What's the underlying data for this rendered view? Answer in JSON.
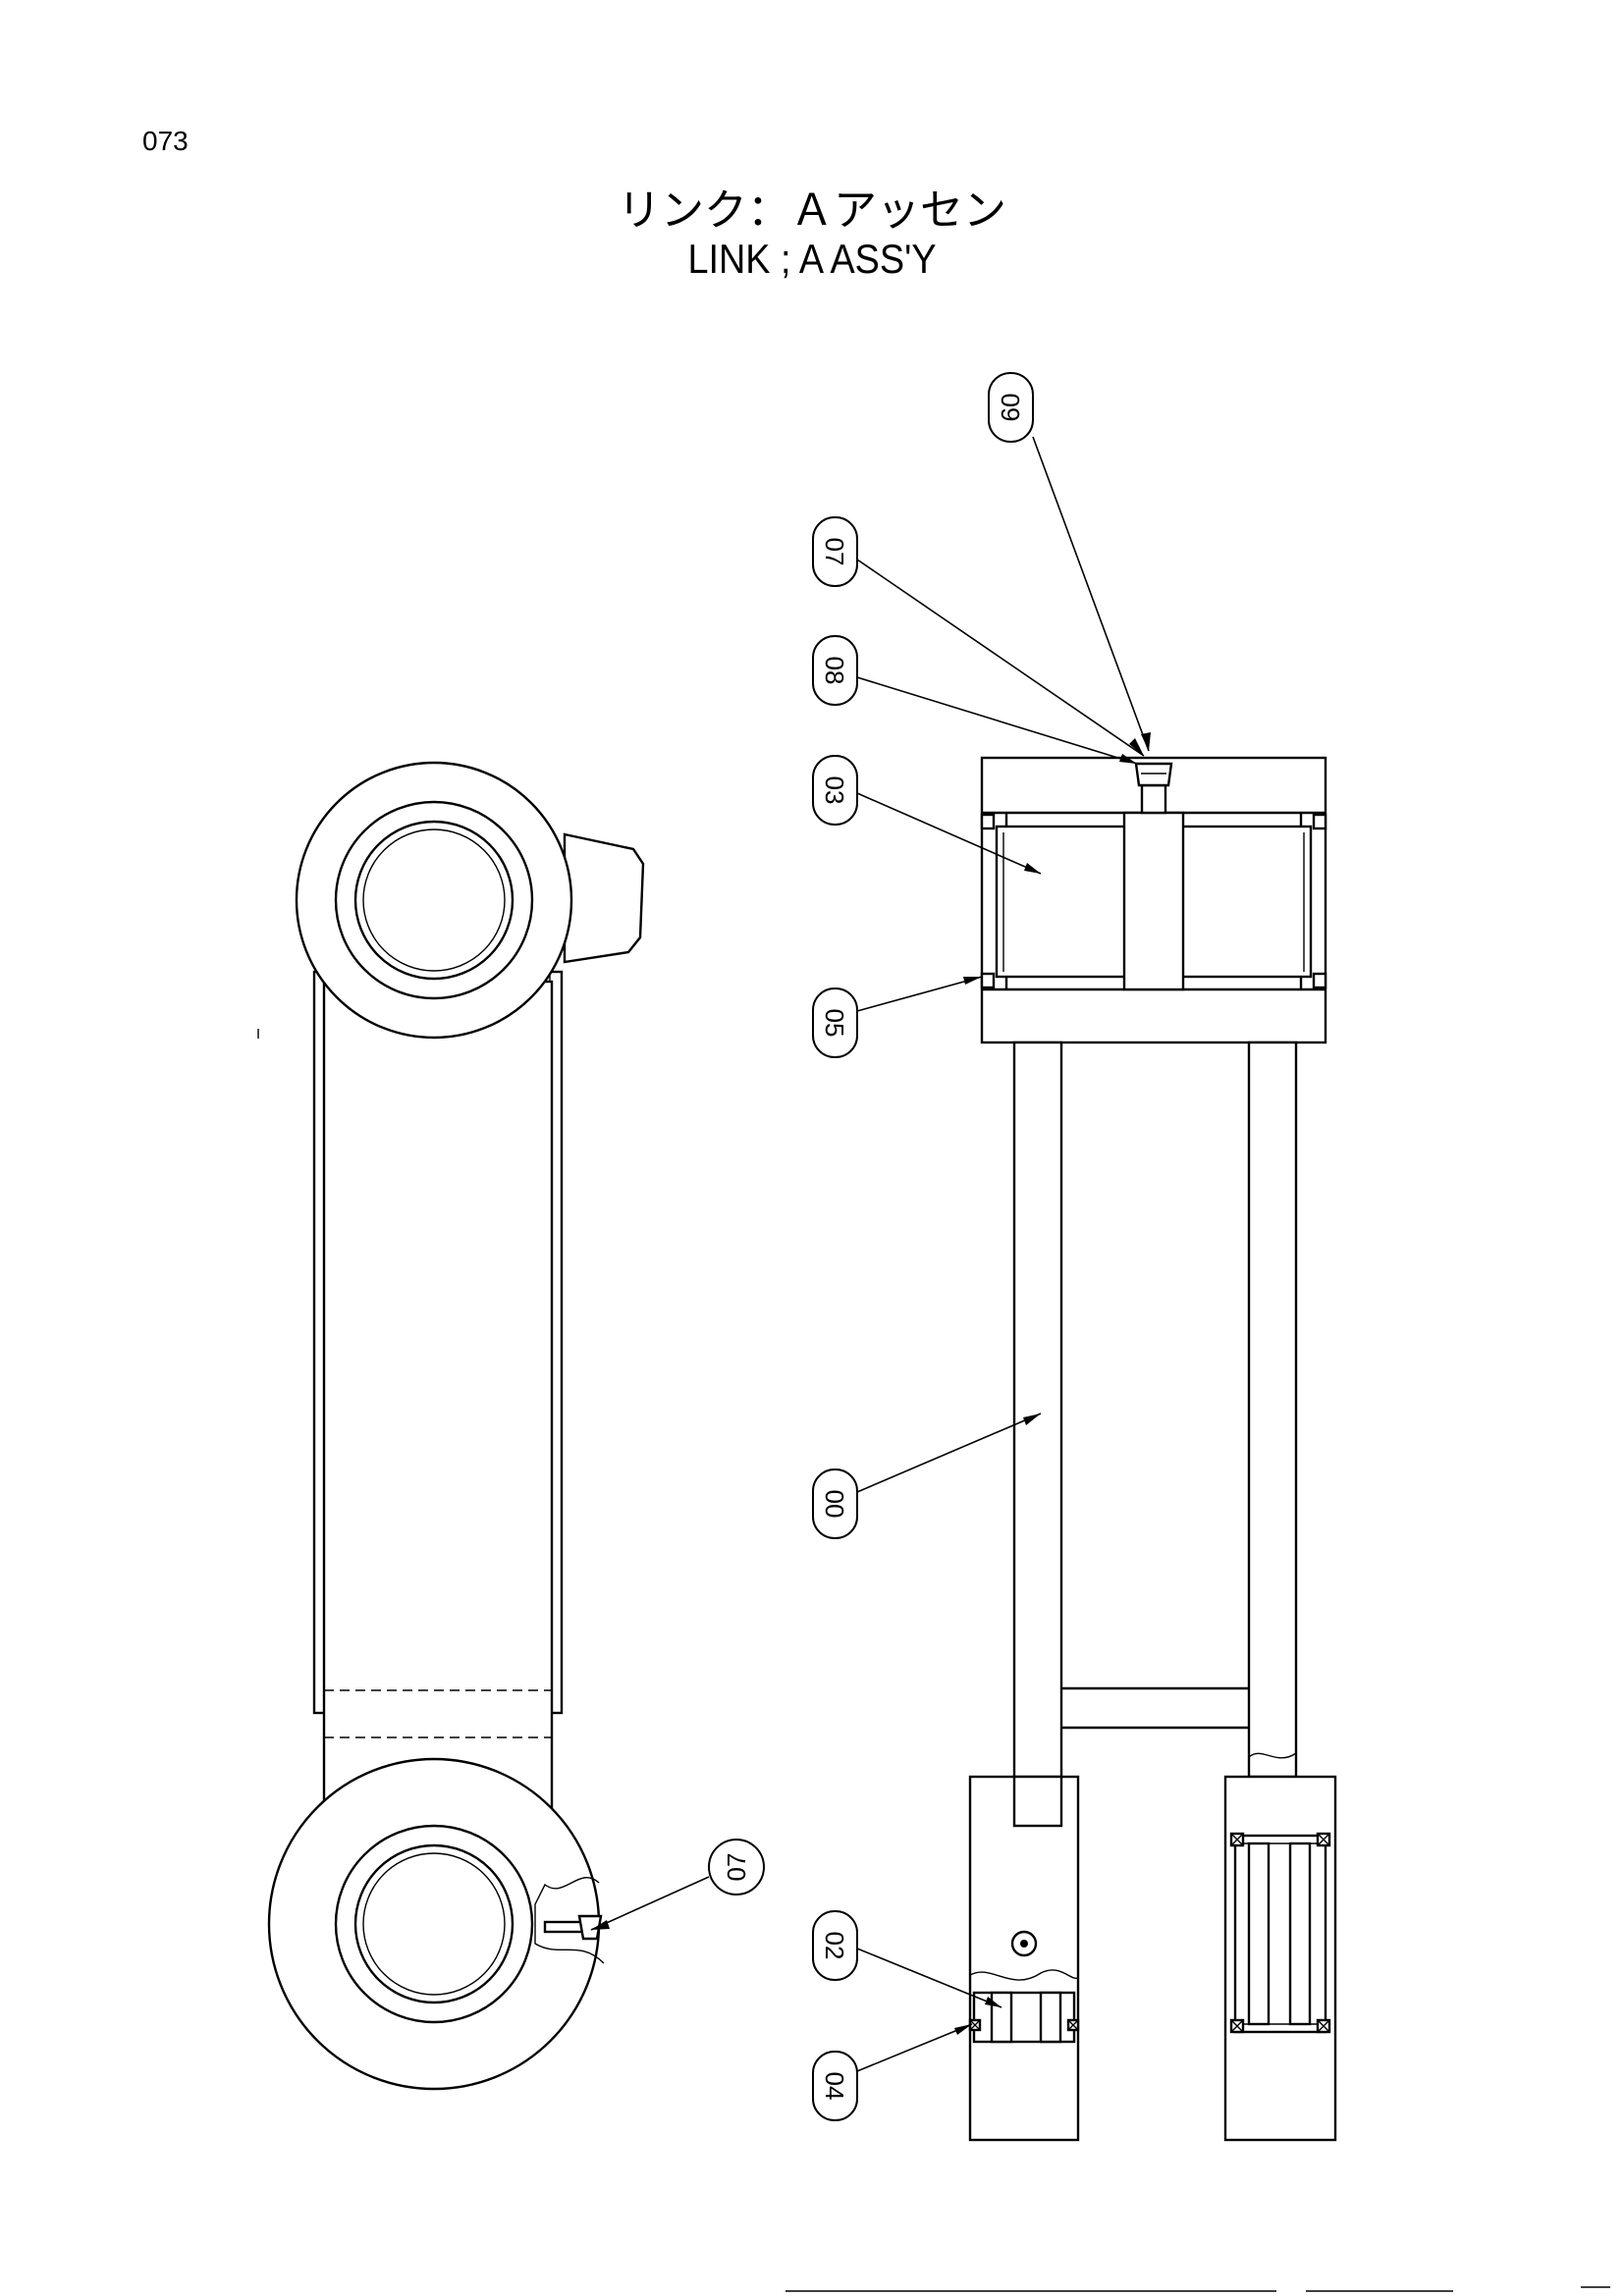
{
  "page": {
    "number": "073"
  },
  "title": {
    "japanese": "リンク：Ａアッセン",
    "english": "LINK ; A ASS'Y"
  },
  "callouts": {
    "side_view": [
      {
        "label": "07"
      }
    ],
    "front_view": [
      {
        "label": "09"
      },
      {
        "label": "07"
      },
      {
        "label": "08"
      },
      {
        "label": "03"
      },
      {
        "label": "05"
      },
      {
        "label": "00"
      },
      {
        "label": "02"
      },
      {
        "label": "04"
      }
    ]
  }
}
